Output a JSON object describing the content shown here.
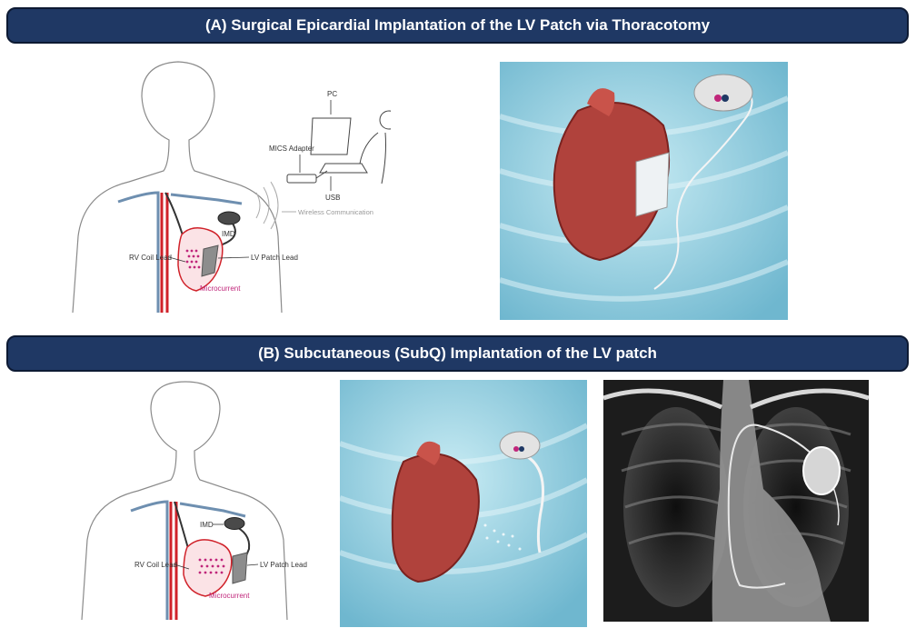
{
  "section_a": {
    "title": "(A) Surgical Epicardial Implantation of the LV Patch via Thoracotomy",
    "labels": {
      "pc": "PC",
      "mics_adapter": "MICS Adapter",
      "usb": "USB",
      "wireless": "Wireless Communication",
      "imd": "IMD",
      "rv_coil_lead": "RV Coil Lead",
      "lv_patch_lead": "LV Patch Lead",
      "microcurrent": "Microcurrent"
    }
  },
  "section_b": {
    "title": "(B) Subcutaneous (SubQ) Implantation of the LV patch",
    "labels": {
      "imd": "IMD",
      "rv_coil_lead": "RV Coil Lead",
      "lv_patch_lead": "LV Patch Lead",
      "microcurrent": "Microcurrent"
    }
  },
  "colors": {
    "banner": "#1f3864",
    "microcurrent": "#c0267a",
    "artery": "#d0222a",
    "vein": "#6e8fb0",
    "render_bg": "#9fd3e2",
    "xray_bg": "#1c1c1c"
  }
}
